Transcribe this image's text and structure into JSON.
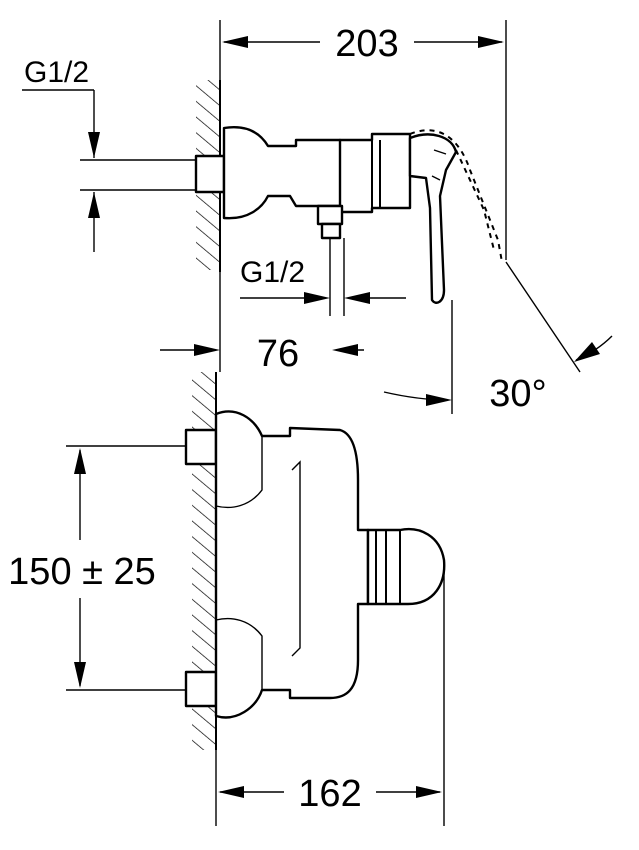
{
  "top_view": {
    "overall_length": "203",
    "thread_top": "G1/2",
    "thread_outlet": "G1/2",
    "outlet_offset": "76",
    "lever_angle": "30°"
  },
  "front_view": {
    "center_distance": "150 ± 25",
    "projection": "162"
  }
}
